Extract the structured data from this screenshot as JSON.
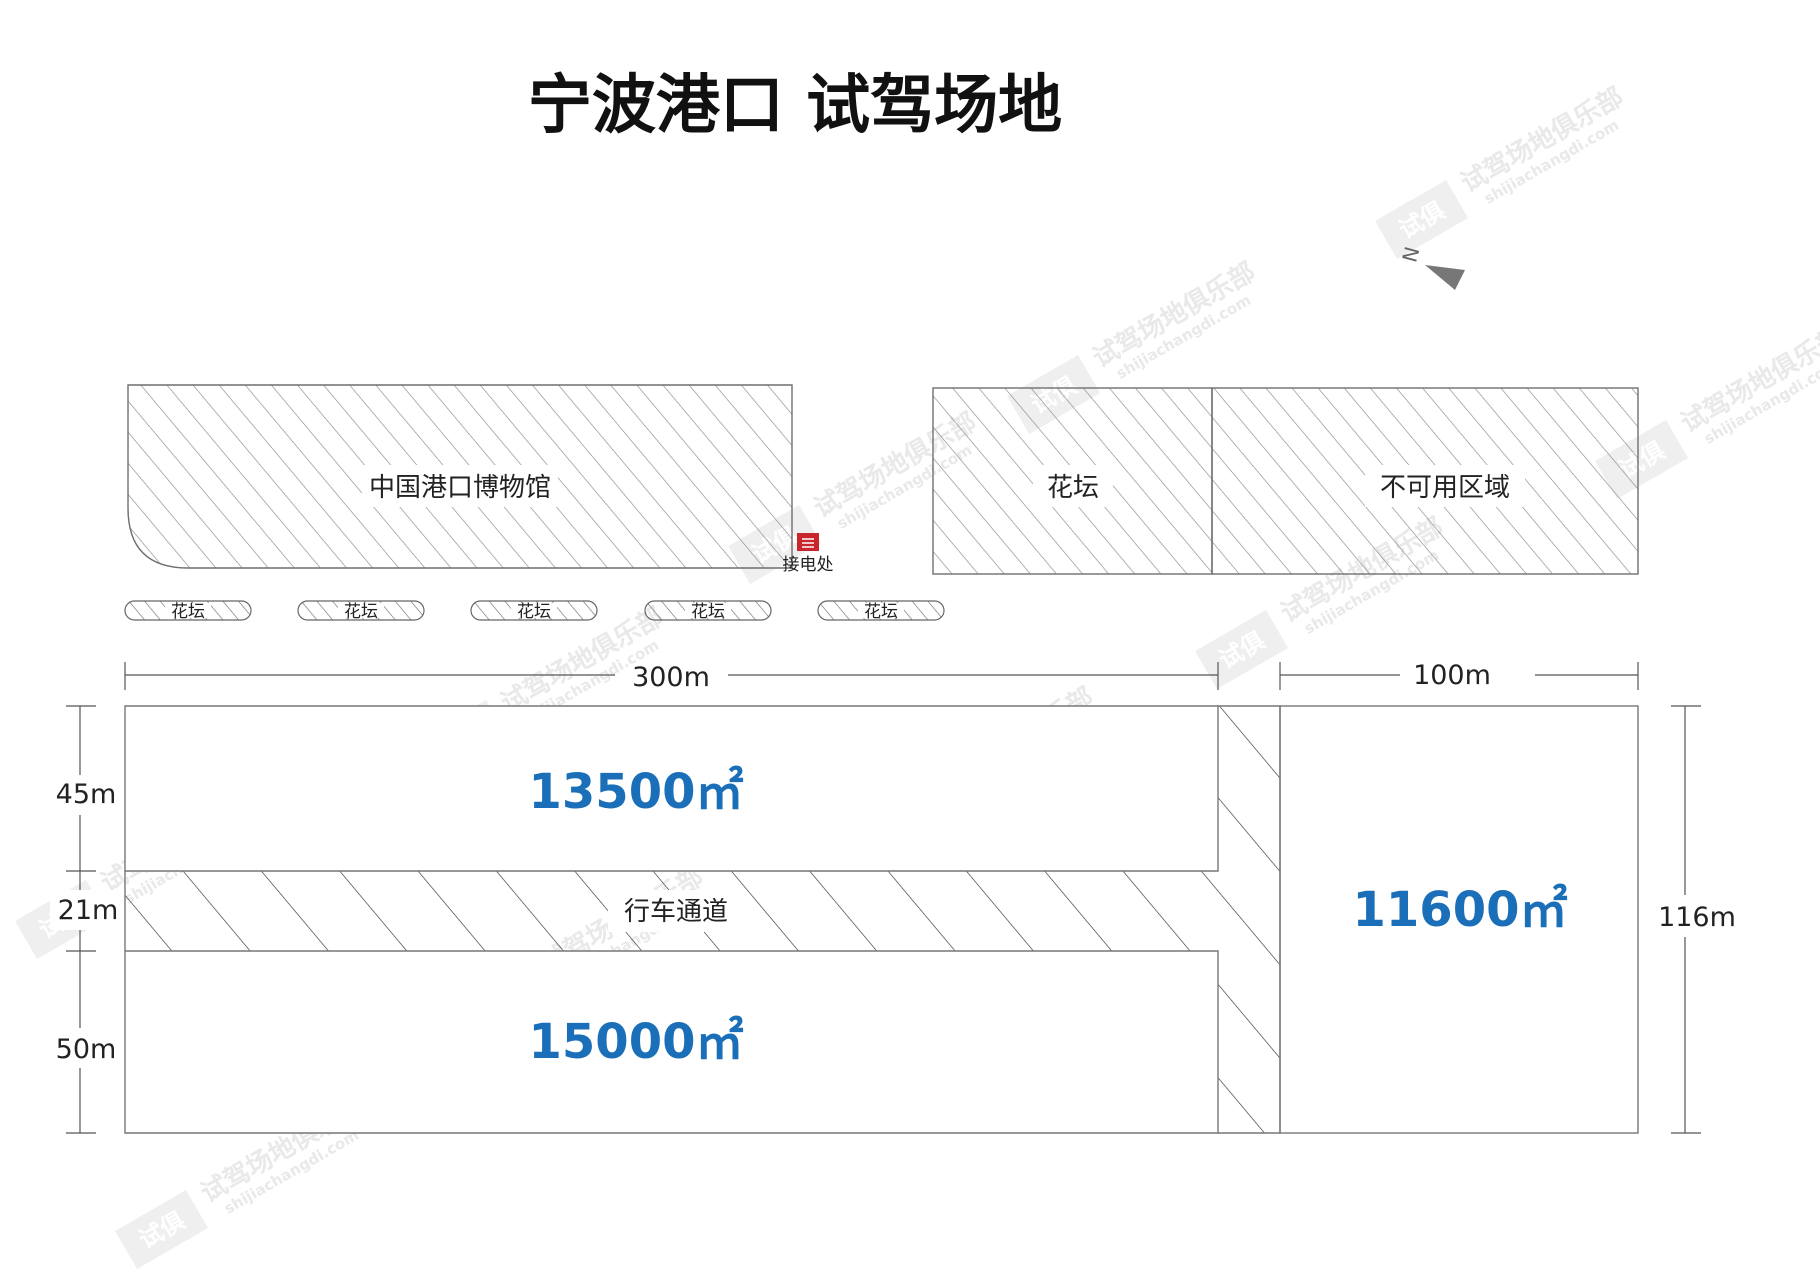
{
  "title": "宁波港口 试驾场地",
  "north_label": "N",
  "zones": {
    "museum": "中国港口博物馆",
    "flowerbed_big": "花坛",
    "unusable": "不可用区域",
    "power": "接电处",
    "flowerbeds_small": [
      "花坛",
      "花坛",
      "花坛",
      "花坛",
      "花坛"
    ],
    "driveway": "行车通道"
  },
  "dimensions": {
    "width_main": "300m",
    "width_right": "100m",
    "h_top": "45m",
    "h_mid": "21m",
    "h_bottom": "50m",
    "h_right": "116m"
  },
  "areas": {
    "top": "13500㎡",
    "bottom": "15000㎡",
    "right": "11600㎡"
  },
  "watermark": {
    "brand": "试驾场地俱乐部",
    "site": "shijiachangdi.com",
    "logo": "试俱"
  },
  "colors": {
    "area_text": "#1b6fb8",
    "power_icon": "#c8262c",
    "outline": "#777777"
  }
}
